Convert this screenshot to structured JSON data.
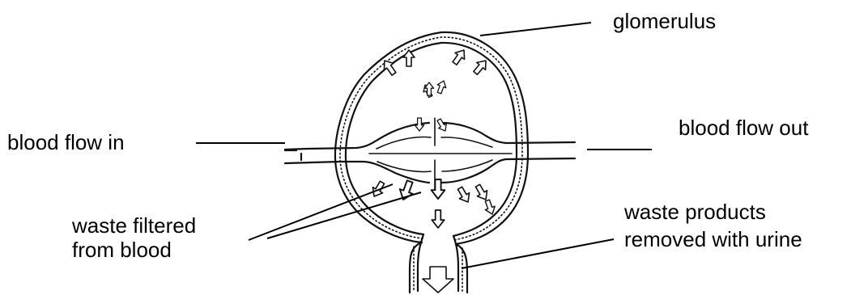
{
  "labels": {
    "glomerulus": "glomerulus",
    "blood_in": "blood flow in",
    "blood_out": "blood flow out",
    "waste_filtered_1": "waste filtered",
    "waste_filtered_2": "from blood",
    "waste_removed_1": "waste products",
    "waste_removed_2": "removed with urine"
  }
}
